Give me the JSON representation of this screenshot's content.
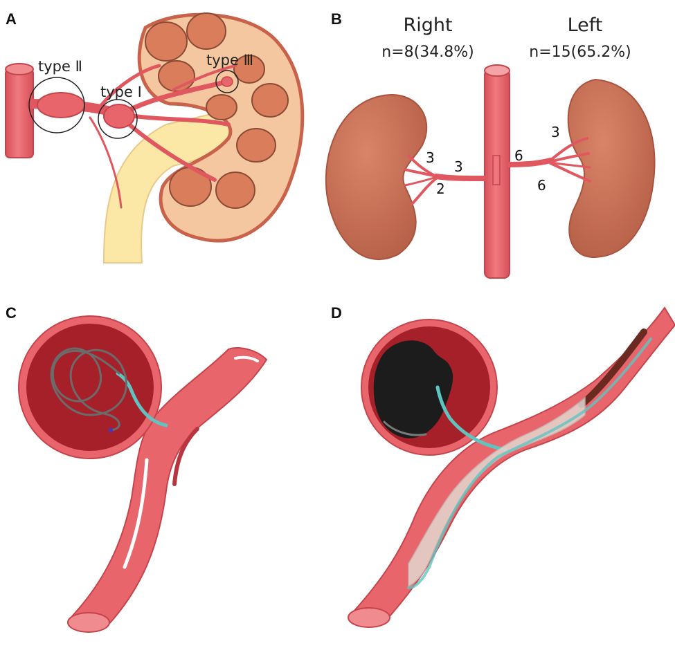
{
  "panels": {
    "a": {
      "label": "A",
      "types": {
        "type1": "type Ⅰ",
        "type2": "type Ⅱ",
        "type3": "type Ⅲ"
      }
    },
    "b": {
      "label": "B",
      "right": {
        "title": "Right",
        "count": "n=8(34.8%)",
        "branch_upper": "3",
        "branch_trunk": "3",
        "branch_lower": "2"
      },
      "left": {
        "title": "Left",
        "count": "n=15(65.2%)",
        "branch_upper": "3",
        "branch_trunk": "6",
        "branch_lower": "6"
      }
    },
    "c": {
      "label": "C"
    },
    "d": {
      "label": "D"
    }
  },
  "colors": {
    "vessel": "#e8666b",
    "vessel_dark": "#c4444c",
    "aneurysm_interior": "#a62029",
    "kidney": "#c96e55",
    "renal_cortex": "#f5c7a0",
    "renal_pelvis": "#fbe7a6",
    "coil": "#6b6b6b",
    "catheter": "#5fc4c0",
    "embolic_mass": "#1c1c1c",
    "stent": "#e4d7d1"
  }
}
